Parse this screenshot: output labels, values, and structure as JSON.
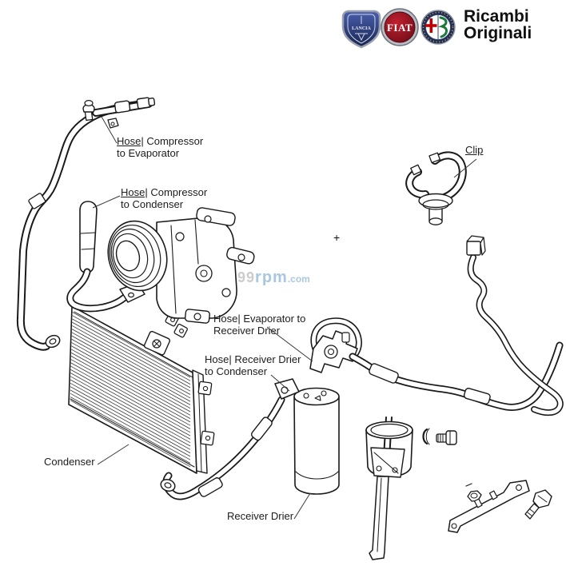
{
  "header": {
    "brand_line1": "Ricambi",
    "brand_line2": "Originali",
    "logos": {
      "lancia_label": "LANCIA",
      "fiat_label": "FIAT"
    }
  },
  "watermark": {
    "num": "99",
    "mid": "rpm",
    "tld": ".com"
  },
  "diagram": {
    "plus_mark": "+",
    "labels": [
      {
        "id": "hose-compressor-to-evaporator",
        "prefix": "Hose|",
        "line1_rest": " Compressor",
        "line2": "to Evaporator"
      },
      {
        "id": "hose-compressor-to-condenser",
        "prefix": "Hose|",
        "line1_rest": " Compressor",
        "line2": "to Condenser"
      },
      {
        "id": "clip",
        "prefix": "Clip",
        "line1_rest": "",
        "line2": ""
      },
      {
        "id": "hose-evaporator-to-receiver-drier",
        "prefix": "Hose|",
        "line1_rest": " Evaporator to",
        "line2": "Receiver Drier"
      },
      {
        "id": "hose-receiver-drier-to-condenser",
        "prefix": "Hose|",
        "line1_rest": " Receiver Drier",
        "line2": "to Condenser"
      },
      {
        "id": "condenser",
        "prefix": "",
        "line1_rest": "Condenser",
        "line2": ""
      },
      {
        "id": "receiver-drier",
        "prefix": "",
        "line1_rest": "Receiver Drier",
        "line2": ""
      }
    ]
  },
  "colors": {
    "line_art": "#1a1a1a",
    "watermark_gray": "#cccccc",
    "watermark_blue": "#a9c7de",
    "lancia_blue": "#24336e",
    "fiat_red": "#9c1220",
    "alfa_navy": "#1d2c5a",
    "alfa_red": "#c00000",
    "alfa_green": "#1a7a3a"
  }
}
